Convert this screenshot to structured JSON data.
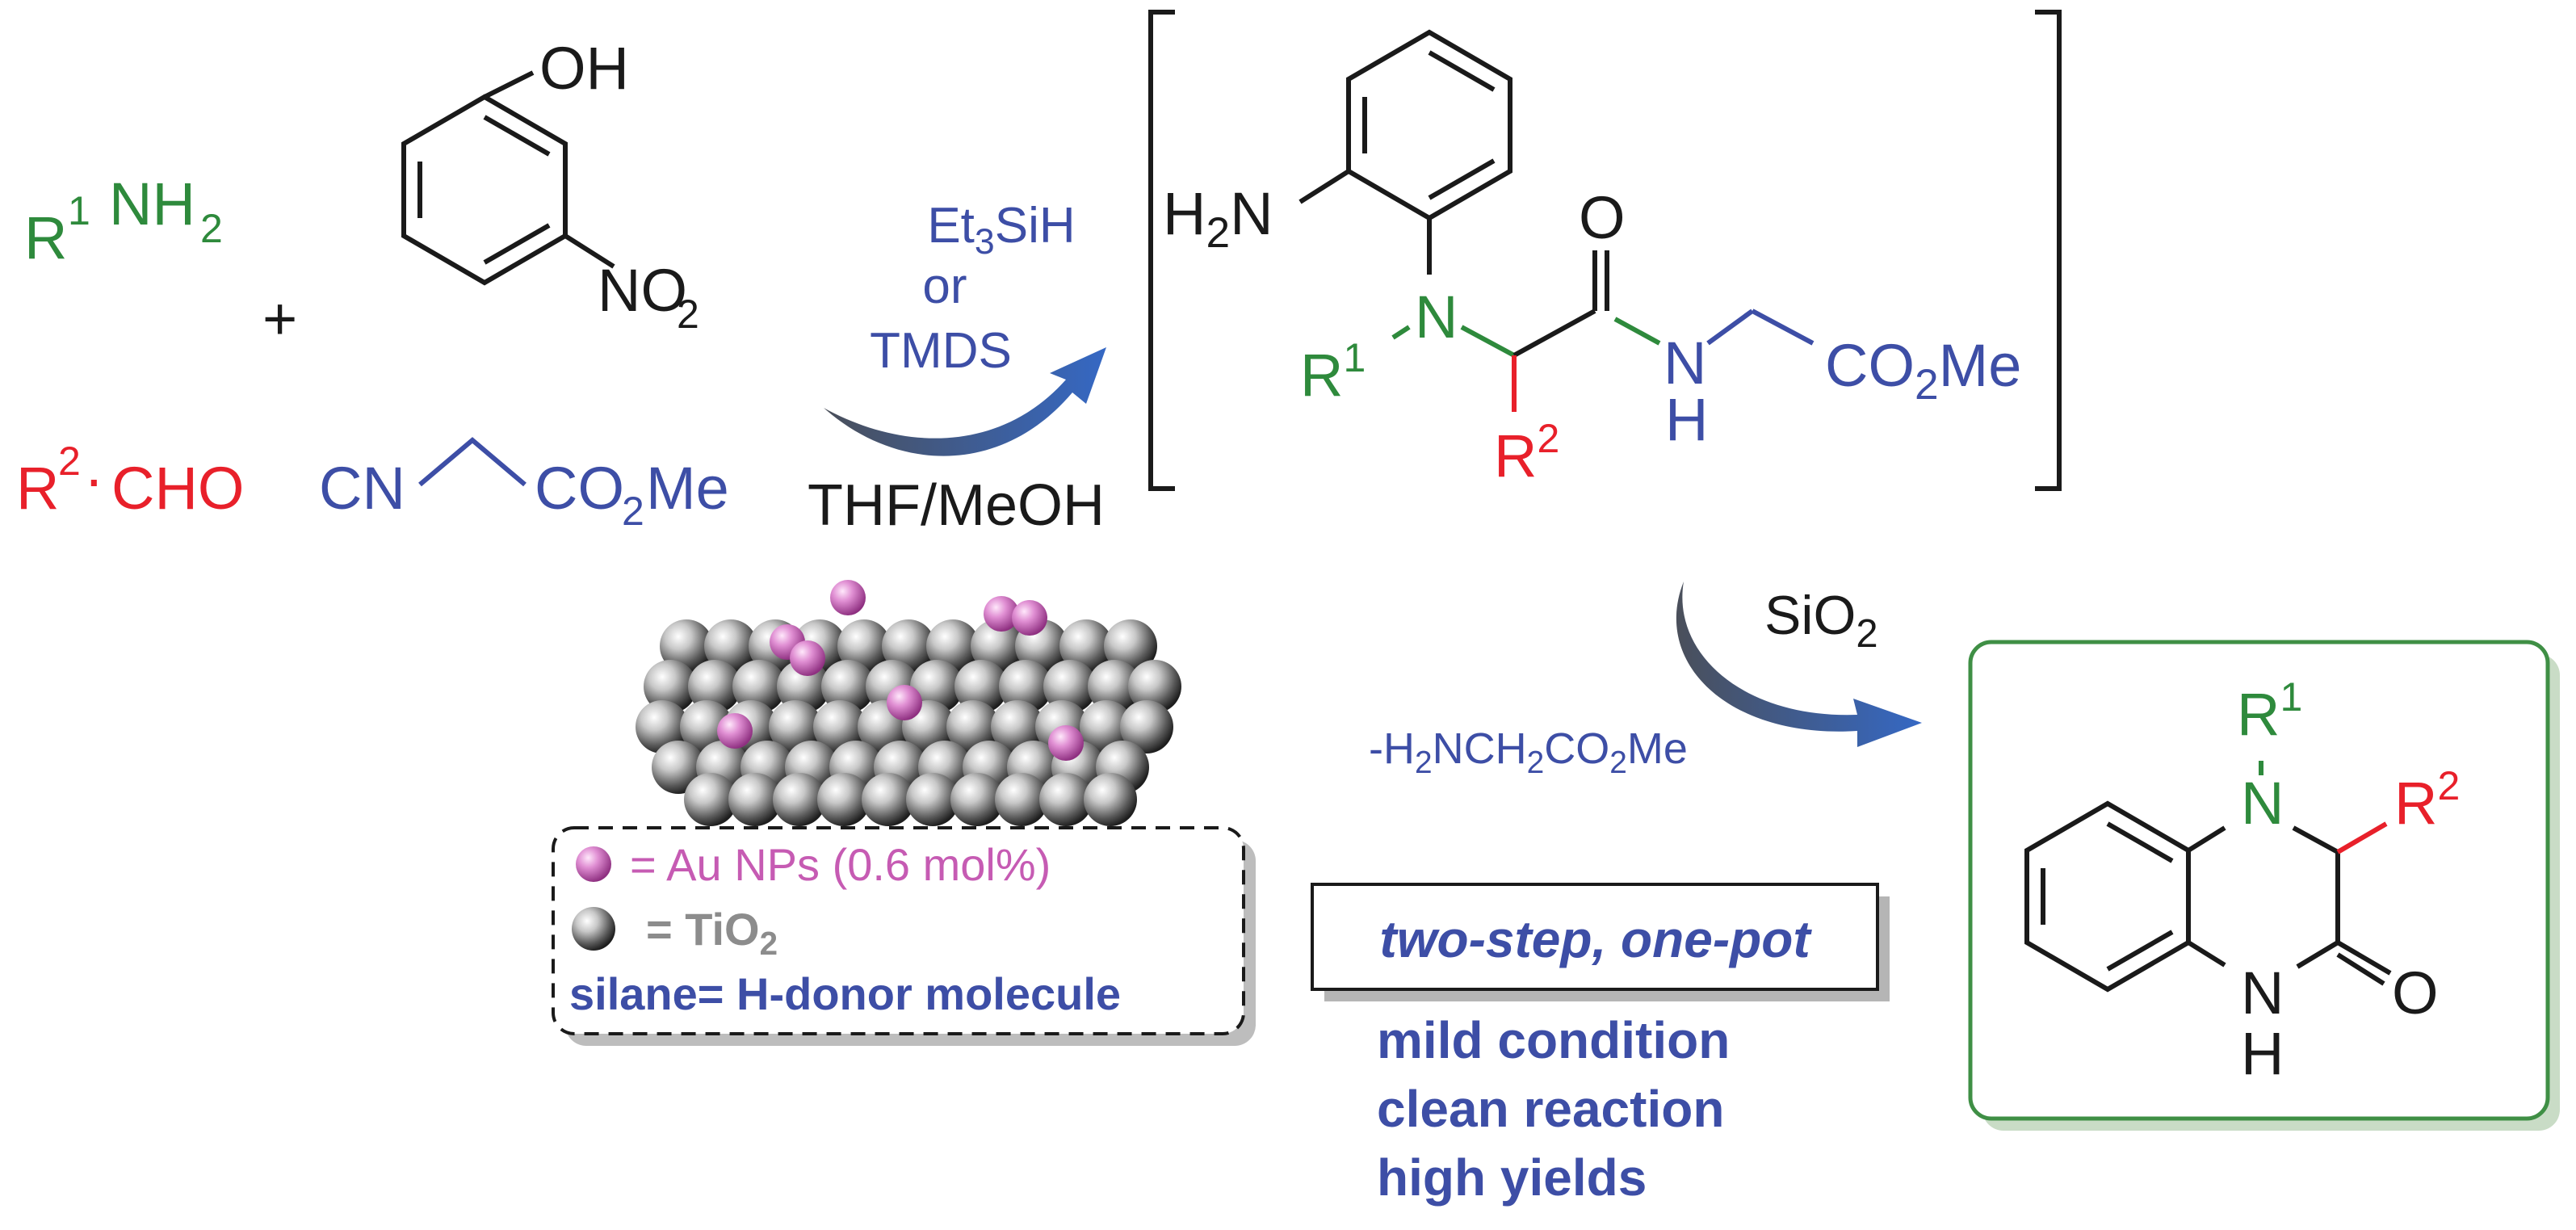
{
  "reagents": {
    "amine": {
      "r_label": "R",
      "r_sup": "1",
      "group": "NH",
      "sub": "2"
    },
    "plus": "+",
    "aldehyde": {
      "r_label": "R",
      "r_sup": "2",
      "dot": "·",
      "group": "CHO"
    },
    "nitrophenol": {
      "oh": "OH",
      "nitro": "NO",
      "nitro_sub": "2"
    },
    "isocyanide": {
      "cn": "CN",
      "ester": "CO",
      "ester_sub": "2",
      "ester_tail": "Me"
    }
  },
  "step1": {
    "reagent1_main": "Et",
    "reagent1_sub": "3",
    "reagent1_tail": "SiH",
    "or": "or",
    "reagent2": "TMDS",
    "solvent": "THF/MeOH"
  },
  "intermediate": {
    "amine": "H",
    "amine_sub": "2",
    "amine_tail": "N",
    "carbonyl_o": "O",
    "n1": "N",
    "r1": "R",
    "r1_sup": "1",
    "r2": "R",
    "r2_sup": "2",
    "nh_n": "N",
    "nh_h": "H",
    "ester": "CO",
    "ester_sub": "2",
    "ester_tail": "Me"
  },
  "step2": {
    "reagent": "SiO",
    "reagent_sub": "2",
    "byproduct": "-H",
    "byproduct_sub1": "2",
    "byproduct_mid": "NCH",
    "byproduct_sub2": "2",
    "byproduct_co": "CO",
    "byproduct_sub3": "2",
    "byproduct_tail": "Me"
  },
  "product": {
    "r1": "R",
    "r1_sup": "1",
    "n4": "N",
    "r2": "R",
    "r2_sup": "2",
    "o": "O",
    "n1": "N",
    "h": "H"
  },
  "legend": {
    "au": "= Au NPs (0.6 mol%)",
    "tio2": "= TiO",
    "tio2_sub": "2",
    "silane": "silane= H-donor molecule"
  },
  "conditions": {
    "box_label": "two-step, one-pot",
    "notes": [
      "mild condition",
      "clean reaction",
      "high yields"
    ]
  },
  "colors": {
    "green": "#2e8a3c",
    "red": "#e8202a",
    "blue": "#3d4ea6",
    "black": "#1a1a1a",
    "magenta": "#c65bb3",
    "gray": "#8c8c8c",
    "product_border": "#3f8f45"
  }
}
